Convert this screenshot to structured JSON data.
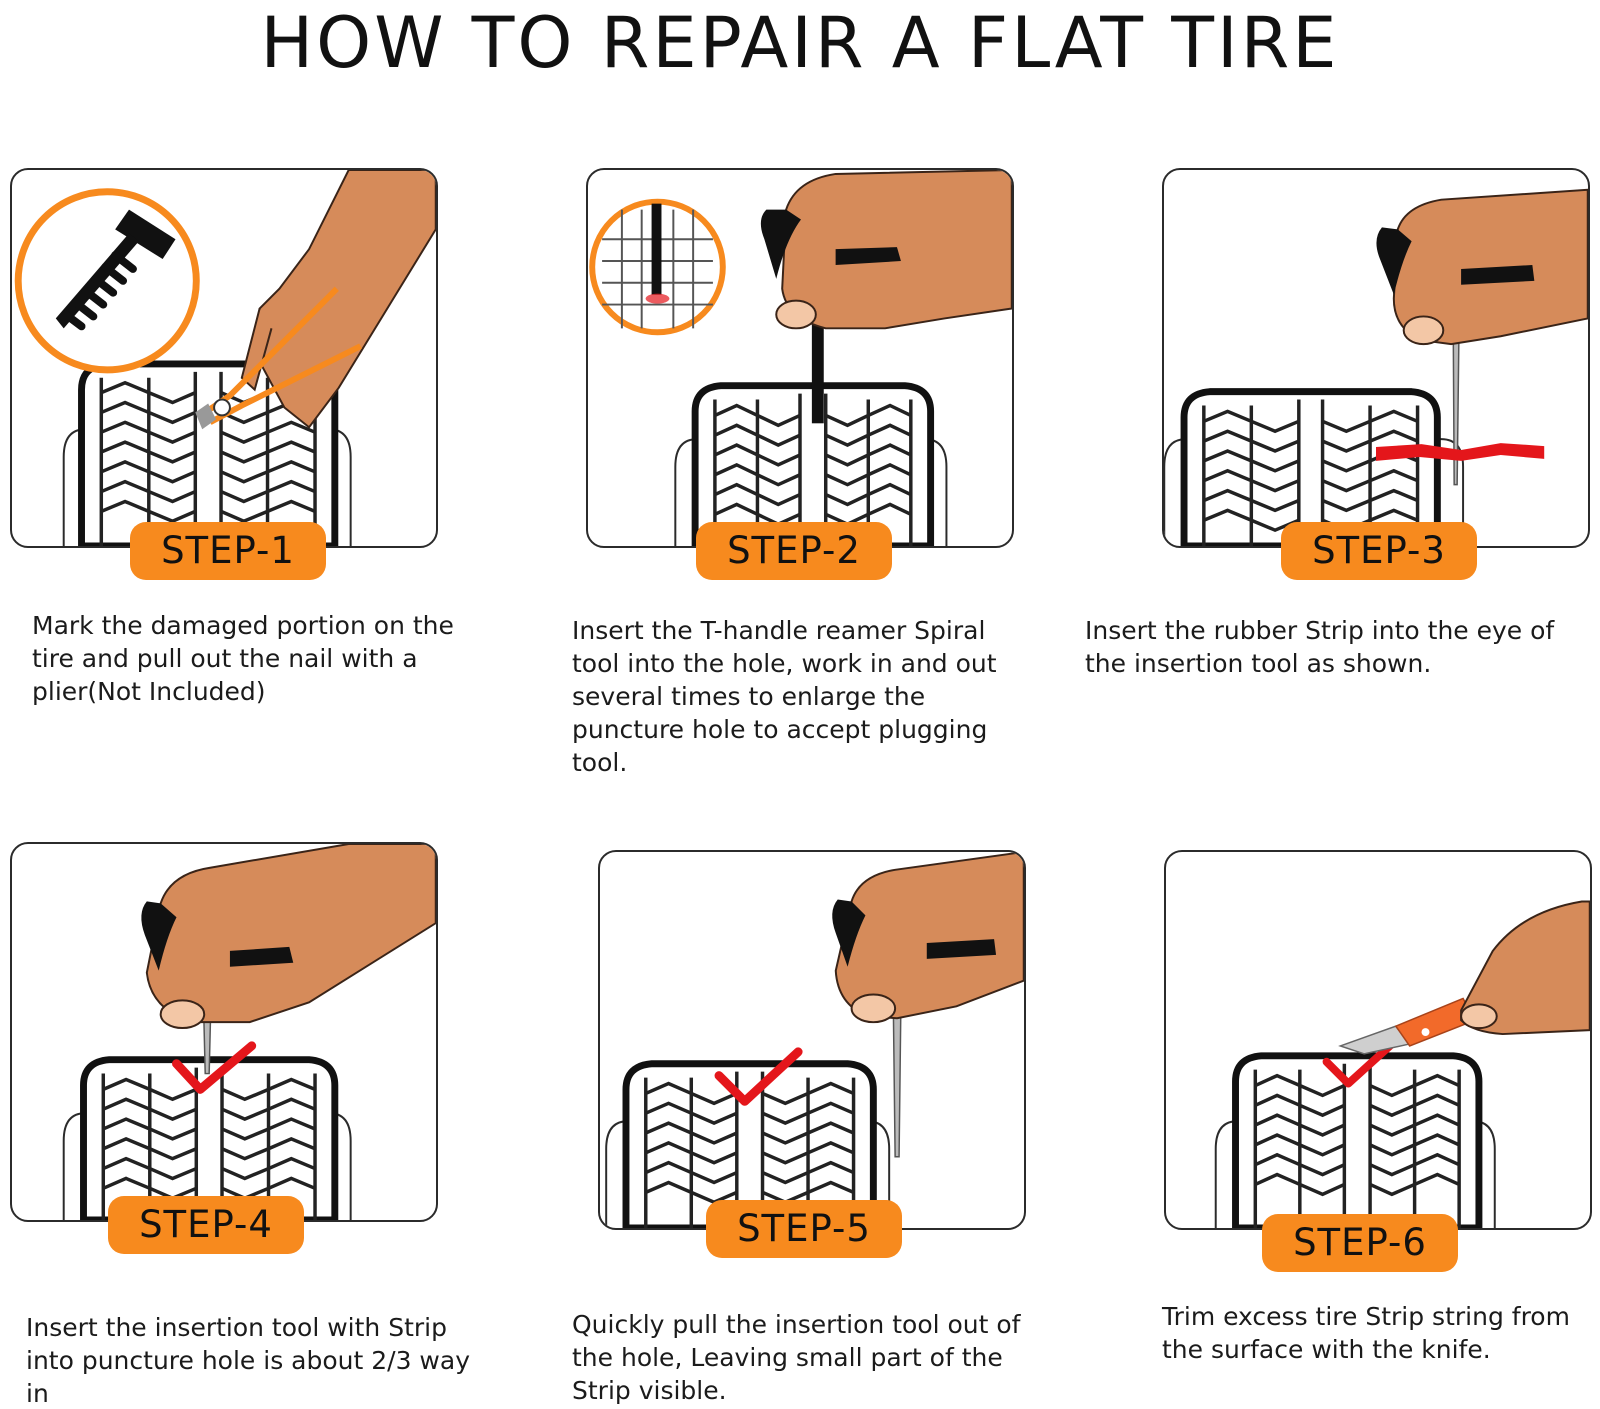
{
  "title": "HOW TO REPAIR A FLAT TIRE",
  "colors": {
    "accent": "#f78a1e",
    "skin": "#d68b5a",
    "skin_dark": "#b46a3e",
    "strip": "#e4161b",
    "check": "#e4161b",
    "outline": "#2b2b2b"
  },
  "steps": [
    {
      "label": "STEP-1",
      "text": "Mark the damaged portion on the tire and pull out the nail with a plier(Not Included)"
    },
    {
      "label": "STEP-2",
      "text": "Insert the T-handle reamer Spiral tool into the hole, work in and out several times to enlarge the puncture hole to accept plugging tool."
    },
    {
      "label": "STEP-3",
      "text": "Insert the rubber Strip into the eye of the insertion tool as shown."
    },
    {
      "label": "STEP-4",
      "text": "Insert the insertion tool with Strip into puncture hole is about 2/3 way in"
    },
    {
      "label": "STEP-5",
      "text": "Quickly pull the insertion tool out of the hole, Leaving small part of the Strip visible."
    },
    {
      "label": "STEP-6",
      "text": "Trim excess tire Strip string from the surface with the knife."
    }
  ],
  "icons": {
    "step1": [
      "screw-icon",
      "plier-icon",
      "hand-icon",
      "tire-icon"
    ],
    "step2": [
      "tread-zoom-icon",
      "reamer-tool-icon",
      "hand-icon",
      "tire-icon"
    ],
    "step3": [
      "insertion-tool-icon",
      "rubber-strip-icon",
      "hand-icon",
      "tire-icon"
    ],
    "step4": [
      "insertion-tool-icon",
      "checkmark-icon",
      "hand-icon",
      "tire-icon"
    ],
    "step5": [
      "insertion-tool-icon",
      "checkmark-icon",
      "hand-icon",
      "tire-icon"
    ],
    "step6": [
      "knife-icon",
      "checkmark-icon",
      "hand-icon",
      "tire-icon"
    ]
  }
}
